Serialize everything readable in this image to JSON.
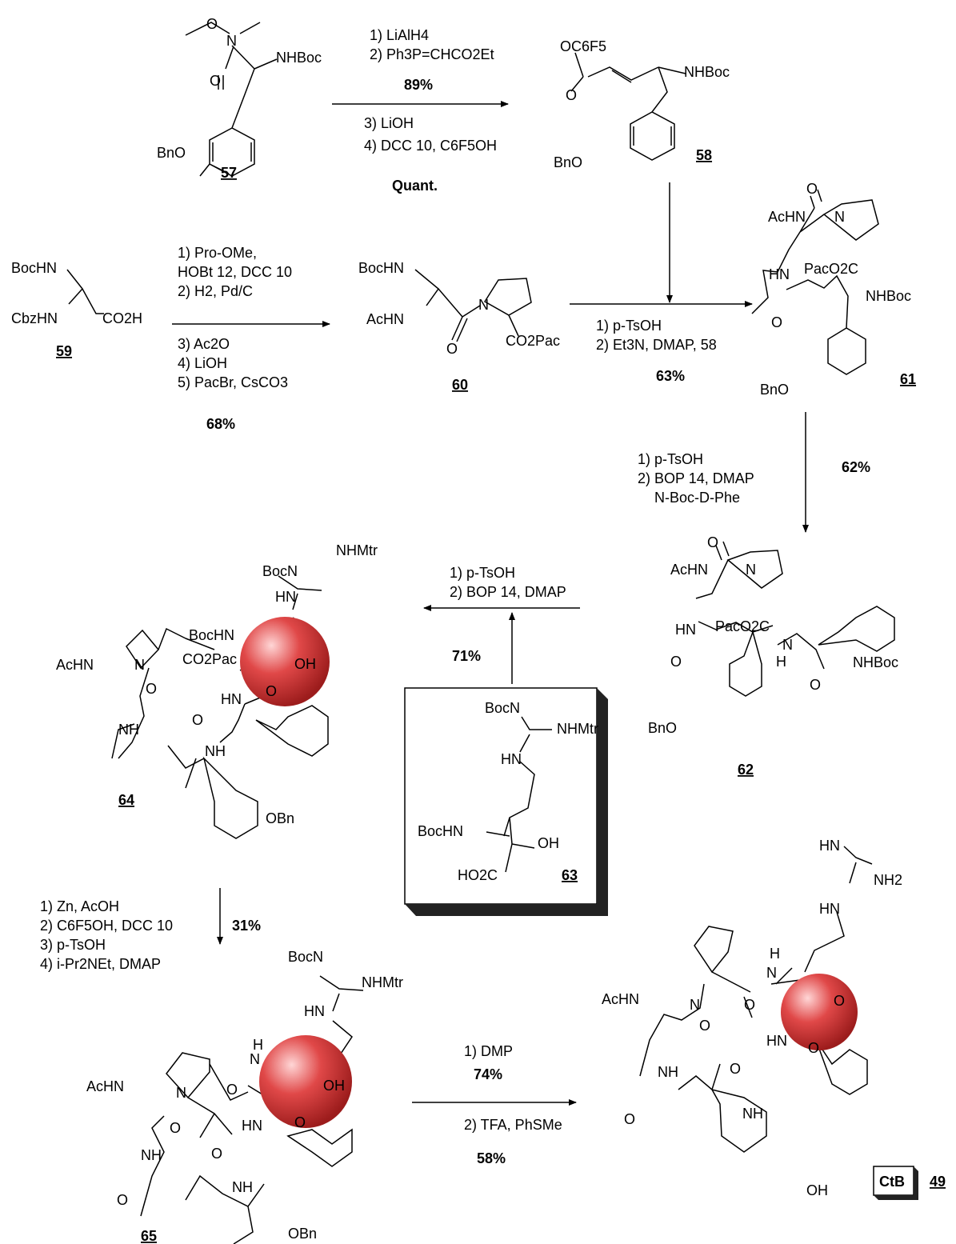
{
  "arrows": [
    {
      "id": "57-58",
      "labels": [
        "1) LiAlH4",
        "2) Ph3P=CHCO2Et",
        "89%",
        "3) LiOH",
        "4) DCC 10, C6F5OH",
        "Quant."
      ]
    },
    {
      "id": "59-60",
      "labels": [
        "1) Pro-OMe,",
        "HOBt 12, DCC 10",
        "2) H2, Pd/C",
        "3) Ac2O",
        "4) LiOH",
        "5) PacBr, CsCO3",
        "68%"
      ]
    },
    {
      "id": "60-61",
      "labels": [
        "1) p-TsOH",
        "2) Et3N, DMAP, 58",
        "63%"
      ]
    },
    {
      "id": "61-62",
      "labels": [
        "1) p-TsOH",
        "2) BOP 14, DMAP",
        "N-Boc-D-Phe",
        "62%"
      ]
    },
    {
      "id": "62-64",
      "labels": [
        "1) p-TsOH",
        "2) BOP 14, DMAP",
        "71%"
      ]
    },
    {
      "id": "64-65",
      "labels": [
        "1) Zn, AcOH",
        "2) C6F5OH, DCC 10",
        "3) p-TsOH",
        "4) i-Pr2NEt, DMAP",
        "31%"
      ]
    },
    {
      "id": "65-49",
      "labels": [
        "1) DMP",
        "74%",
        "2) TFA, PhSMe",
        "58%"
      ]
    }
  ],
  "compounds": [
    "57",
    "58",
    "59",
    "60",
    "61",
    "62",
    "63",
    "64",
    "65",
    "49"
  ],
  "badge": "CtB",
  "atoms": {
    "c57": [
      "O",
      "N",
      "O",
      "NHBoc",
      "BnO"
    ],
    "c58": [
      "OC6F5",
      "O",
      "NHBoc",
      "BnO"
    ],
    "c59": [
      "BocHN",
      "CbzHN",
      "CO2H"
    ],
    "c60": [
      "BocHN",
      "AcHN",
      "N",
      "O",
      "CO2Pac"
    ],
    "c61": [
      "O",
      "AcHN",
      "N",
      "HN",
      "PacO2C",
      "O",
      "NHBoc",
      "BnO"
    ],
    "c62": [
      "O",
      "AcHN",
      "N",
      "HN",
      "PacO2C",
      "N",
      "H",
      "O",
      "O",
      "NHBoc",
      "BnO"
    ],
    "c63": [
      "BocN",
      "NHMtr",
      "HN",
      "BocHN",
      "OH",
      "HO2C"
    ],
    "c64": [
      "BocN",
      "NHMtr",
      "HN",
      "BocHN",
      "N",
      "CO2Pac",
      "AcHN",
      "OH",
      "O",
      "HN",
      "NH",
      "O",
      "O",
      "NH",
      "OBn"
    ],
    "c65": [
      "BocN",
      "NHMtr",
      "HN",
      "N",
      "H",
      "N",
      "AcHN",
      "O",
      "O",
      "OH",
      "HN",
      "O",
      "NH",
      "O",
      "O",
      "NH",
      "OBn"
    ],
    "c49": [
      "HN",
      "NH2",
      "HN",
      "H",
      "N",
      "N",
      "AcHN",
      "O",
      "O",
      "O",
      "HN",
      "O",
      "NH",
      "O",
      "O",
      "NH",
      "OH"
    ]
  },
  "highlight_color": "#d93a3a"
}
